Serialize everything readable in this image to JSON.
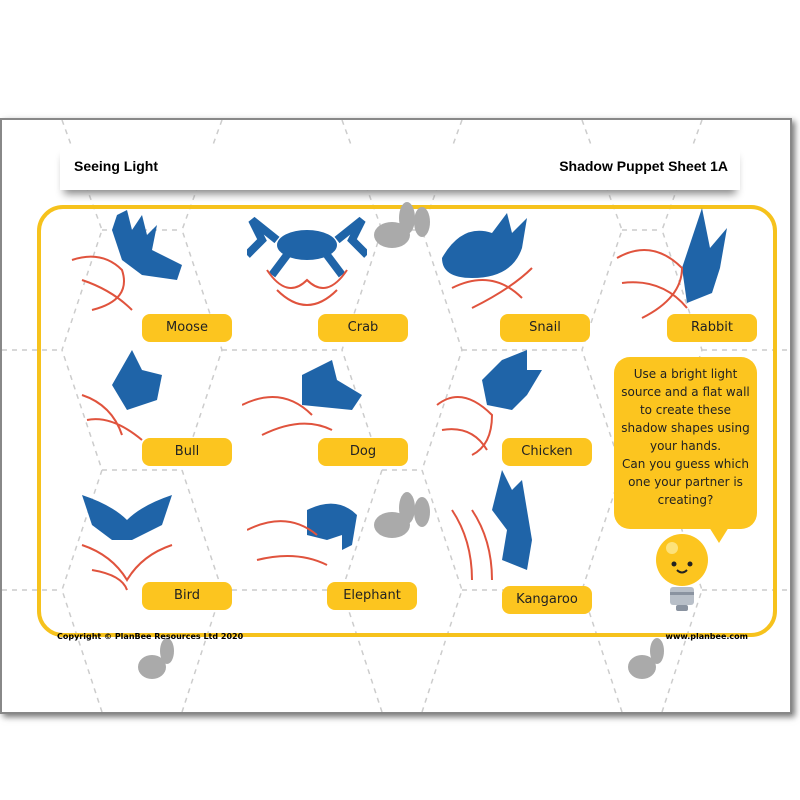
{
  "header": {
    "left_title": "Seeing Light",
    "right_title": "Shadow Puppet Sheet 1A"
  },
  "puppets": [
    {
      "label": "Moose"
    },
    {
      "label": "Crab"
    },
    {
      "label": "Snail"
    },
    {
      "label": "Rabbit"
    },
    {
      "label": "Bull"
    },
    {
      "label": "Dog"
    },
    {
      "label": "Chicken"
    },
    {
      "label": "Bird"
    },
    {
      "label": "Elephant"
    },
    {
      "label": "Kangaroo"
    }
  ],
  "instructions": {
    "line1": "Use a bright light source and a flat wall to create these shadow shapes using your hands.",
    "line2": "Can you guess which one your partner is creating?"
  },
  "footer": {
    "copyright": "Copyright © PlanBee Resources Ltd 2020",
    "website": "www.planbee.com"
  },
  "colors": {
    "accent_yellow": "#fcc51f",
    "shadow_blue": "#1f64a8",
    "hand_red": "#e0533d"
  }
}
